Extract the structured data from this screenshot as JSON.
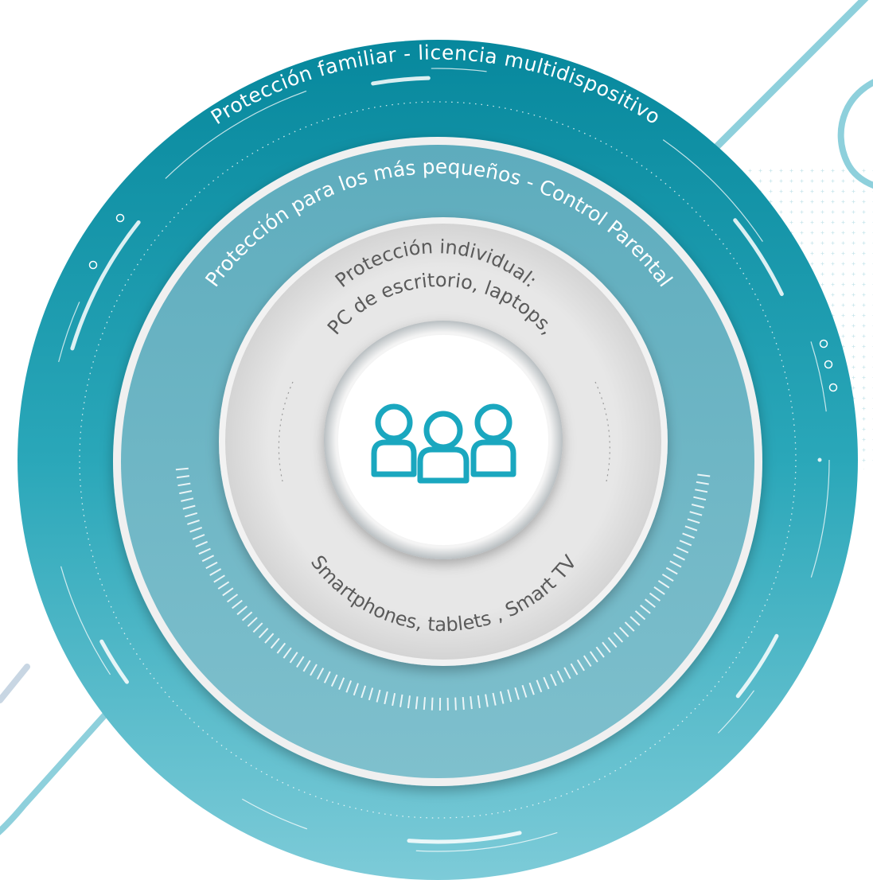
{
  "diagram": {
    "type": "concentric-rings",
    "rings": {
      "outer": {
        "label": "Protección familiar - licencia multidispositivo"
      },
      "middle": {
        "label": "Protección para los más pequeños - Control Parental"
      },
      "inner": {
        "label_line1": "Protección individual:",
        "label_line2": "PC de escritorio, laptops,",
        "label_bottom": "Smartphones, tablets , Smart TV"
      }
    },
    "center_icon": "group-of-people-icon",
    "colors": {
      "outer_ring_top": "#0a8fa5",
      "outer_ring_bottom": "#72c6d5",
      "middle_ring": "#6cb4c4",
      "inner_disc": "#e3e3e3",
      "icon": "#1aa7bf",
      "ring_text_light": "#ffffff",
      "ring_text_dark": "#555555"
    }
  }
}
